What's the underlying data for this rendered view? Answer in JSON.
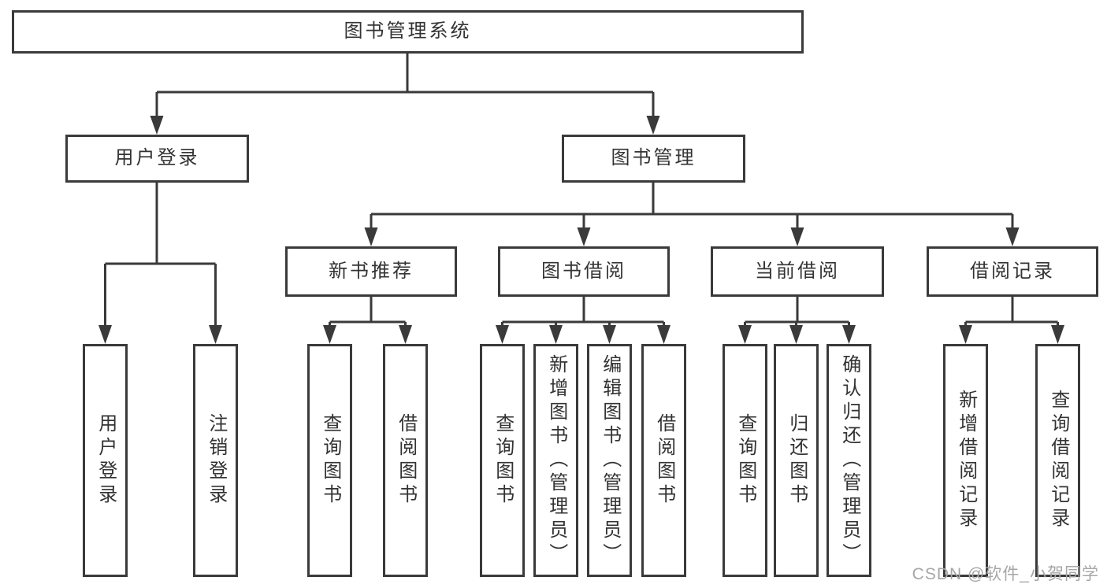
{
  "diagram_title": "图书管理系统",
  "nodes": {
    "root": {
      "label": "图书管理系统",
      "level": 1
    },
    "user_login": {
      "label": "用户登录",
      "level": 2
    },
    "book_mgmt": {
      "label": "图书管理",
      "level": 2
    },
    "new_book_rec": {
      "label": "新书推荐",
      "level": 3
    },
    "book_borrow": {
      "label": "图书借阅",
      "level": 3
    },
    "current_borrow": {
      "label": "当前借阅",
      "level": 3
    },
    "borrow_records": {
      "label": "借阅记录",
      "level": 3
    },
    "leaf_user_login": {
      "label": "用户登录",
      "level": 4
    },
    "leaf_logout": {
      "label": "注销登录",
      "level": 4
    },
    "leaf_nbr_query": {
      "label": "查询图书",
      "level": 4
    },
    "leaf_nbr_borrow": {
      "label": "借阅图书",
      "level": 4
    },
    "leaf_bb_query": {
      "label": "查询图书",
      "level": 4
    },
    "leaf_bb_add": {
      "label": "新增图书（管理员）",
      "level": 4
    },
    "leaf_bb_edit": {
      "label": "编辑图书（管理员）",
      "level": 4
    },
    "leaf_bb_borrow": {
      "label": "借阅图书",
      "level": 4
    },
    "leaf_cb_query": {
      "label": "查询图书",
      "level": 4
    },
    "leaf_cb_return": {
      "label": "归还图书",
      "level": 4
    },
    "leaf_cb_confirm": {
      "label": "确认归还（管理员）",
      "level": 4
    },
    "leaf_br_add": {
      "label": "新增借阅记录",
      "level": 4
    },
    "leaf_br_query": {
      "label": "查询借阅记录",
      "level": 4
    }
  },
  "hierarchy": {
    "图书管理系统": {
      "用户登录": [
        "用户登录",
        "注销登录"
      ],
      "图书管理": {
        "新书推荐": [
          "查询图书",
          "借阅图书"
        ],
        "图书借阅": [
          "查询图书",
          "新增图书（管理员）",
          "编辑图书（管理员）",
          "借阅图书"
        ],
        "当前借阅": [
          "查询图书",
          "归还图书",
          "确认归还（管理员）"
        ],
        "借阅记录": [
          "新增借阅记录",
          "查询借阅记录"
        ]
      }
    }
  },
  "watermark": {
    "text": "CSDN @软件_小贺同学"
  },
  "colors": {
    "line": "#3a3a3a",
    "text": "#333333",
    "watermark": "#a6a6a6",
    "background": "#ffffff"
  }
}
